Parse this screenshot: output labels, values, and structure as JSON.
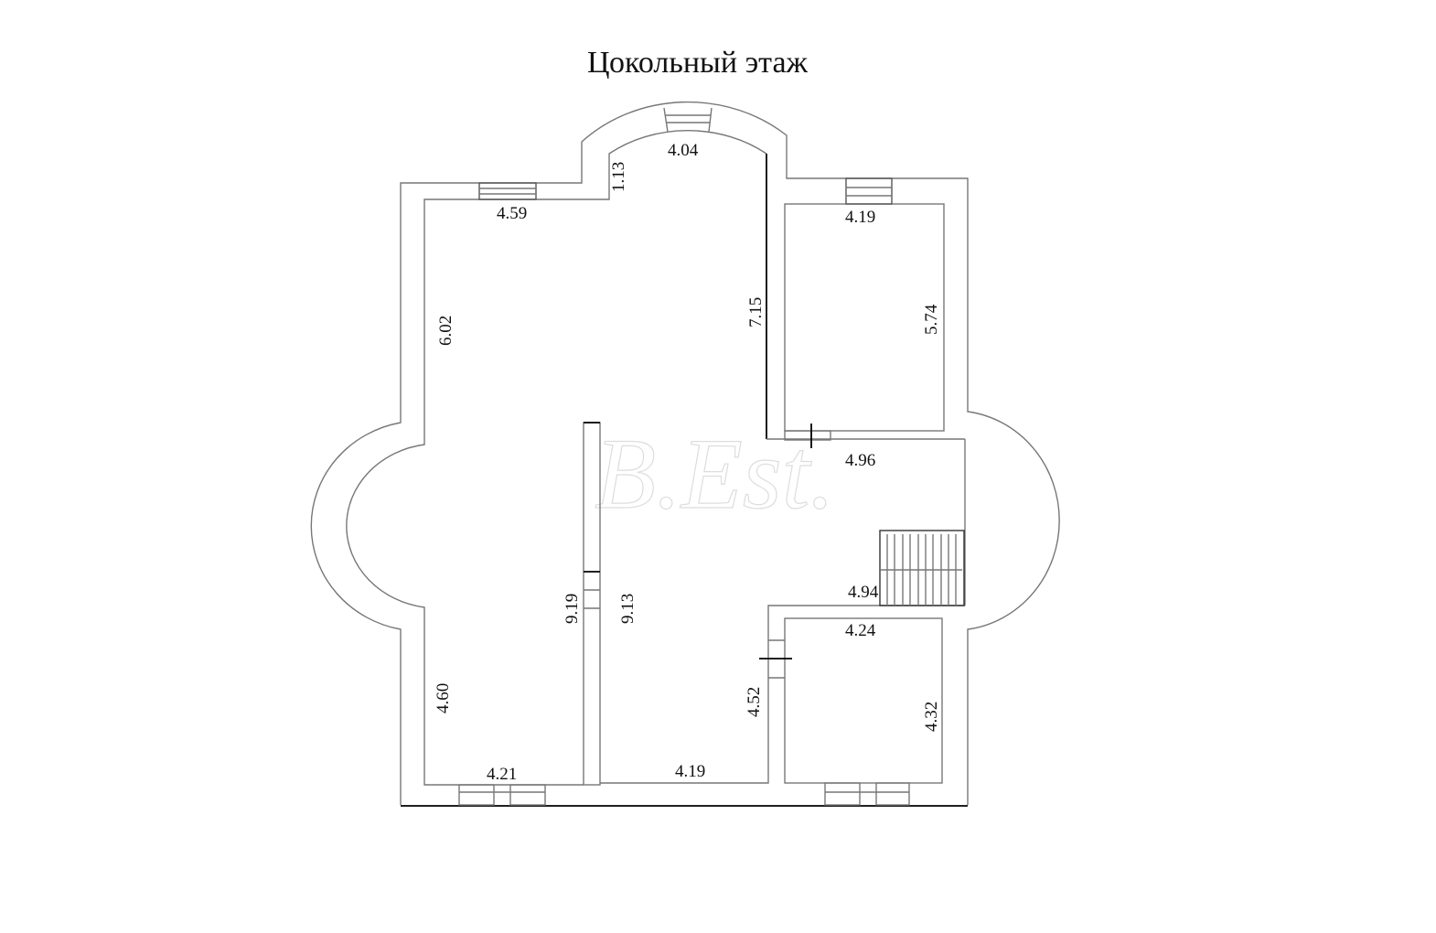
{
  "title": "Цокольный этаж",
  "watermark": "B.Est.",
  "dimensions": {
    "top_left_width": "4.59",
    "bay_top_width": "4.04",
    "bay_depth": "1.13",
    "top_left_height": "6.02",
    "wall_length": "7.15",
    "right_room_width": "4.19",
    "right_room_height": "5.74",
    "hall_width": "4.96",
    "stair_width": "4.94",
    "left_height_total": "9.19",
    "center_height": "9.13",
    "bottom_left_height": "4.60",
    "bottom_left_width": "4.21",
    "bottom_center_width": "4.19",
    "bottom_center_height": "4.52",
    "bottom_right_width": "4.24",
    "bottom_right_height": "4.32"
  }
}
